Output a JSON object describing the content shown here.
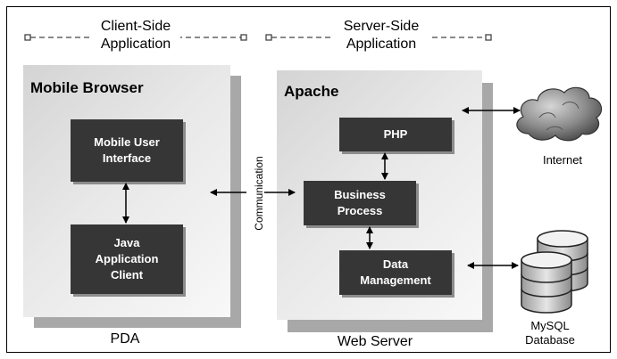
{
  "header": {
    "client_side": "Client-Side\nApplication",
    "server_side": "Server-Side\nApplication"
  },
  "client": {
    "panel_title": "Mobile Browser",
    "ui_box": "Mobile User\nInterface",
    "java_box": "Java\nApplication\nClient",
    "footer": "PDA"
  },
  "communication_label": "Communication",
  "server": {
    "panel_title": "Apache",
    "php_box": "PHP",
    "business_box": "Business\nProcess",
    "data_box": "Data\nManagement",
    "footer": "Web Server"
  },
  "external": {
    "internet": "Internet",
    "database": "MySQL\nDatabase"
  },
  "icons": [
    "cloud-icon",
    "database-icon"
  ],
  "colors": {
    "box_fill": "#363636",
    "panel_shadow": "#a8a8a8"
  }
}
